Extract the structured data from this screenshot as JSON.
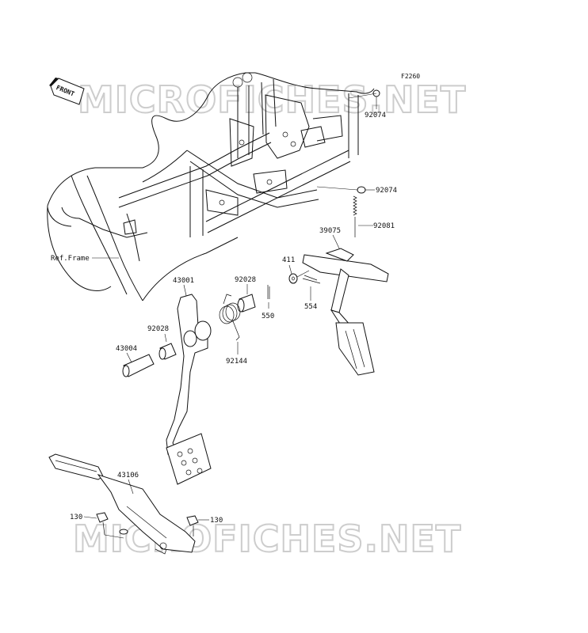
{
  "diagram": {
    "code": "F2260",
    "front_label": "FRONT",
    "watermark": "MICROFICHES.NET",
    "ref_frame_label": "Ref.Frame",
    "part_labels": {
      "p92074_top": "92074",
      "p92074_mid": "92074",
      "p92081": "92081",
      "p39075": "39075",
      "p411": "411",
      "p554": "554",
      "p43001": "43001",
      "p92028_top": "92028",
      "p550": "550",
      "p92028_left": "92028",
      "p43004": "43004",
      "p92144": "92144",
      "p43106": "43106",
      "p130_left": "130",
      "p130_right": "130"
    }
  }
}
